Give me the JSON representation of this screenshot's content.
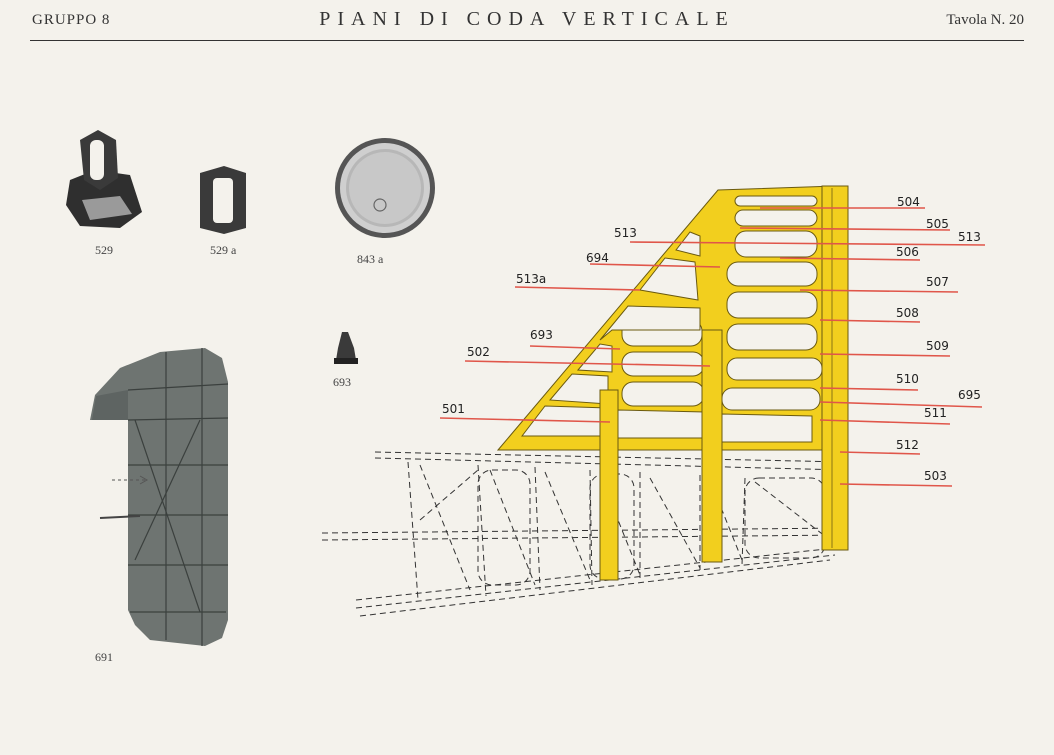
{
  "header": {
    "group": "GRUPPO 8",
    "title": "PIANI DI CODA VERTICALE",
    "plate": "Tavola N. 20"
  },
  "colors": {
    "frame_yellow": "#f2cf1e",
    "callout_red": "#e0564a",
    "panel_gray": "#6e7471",
    "paper": "#f4f2ec"
  },
  "captions": {
    "c529": "529",
    "c529a": "529 a",
    "c843a": "843 a",
    "c693": "693",
    "c691": "691"
  },
  "callouts": {
    "c504": "504",
    "c505": "505",
    "c513r": "513",
    "c506": "506",
    "c507": "507",
    "c508": "508",
    "c509": "509",
    "c510": "510",
    "c695": "695",
    "c511": "511",
    "c512": "512",
    "c503": "503",
    "c513": "513",
    "c694": "694",
    "c513a": "513a",
    "c693": "693",
    "c502": "502",
    "c501": "501"
  }
}
